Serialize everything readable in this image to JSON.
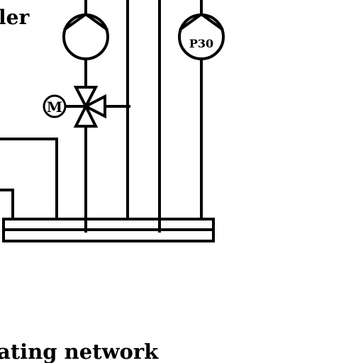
{
  "labels": {
    "top_left_fragment": "ler",
    "bottom_fragment": "ating network",
    "motor_symbol": "M",
    "pump_right_tag": "P30"
  },
  "icons": {
    "pump_left": "pump-icon",
    "pump_right": "pump-icon",
    "valve": "three-way-valve-icon",
    "motor": "motor-actuator-icon"
  },
  "colors": {
    "line": "#000000",
    "background": "#ffffff"
  }
}
